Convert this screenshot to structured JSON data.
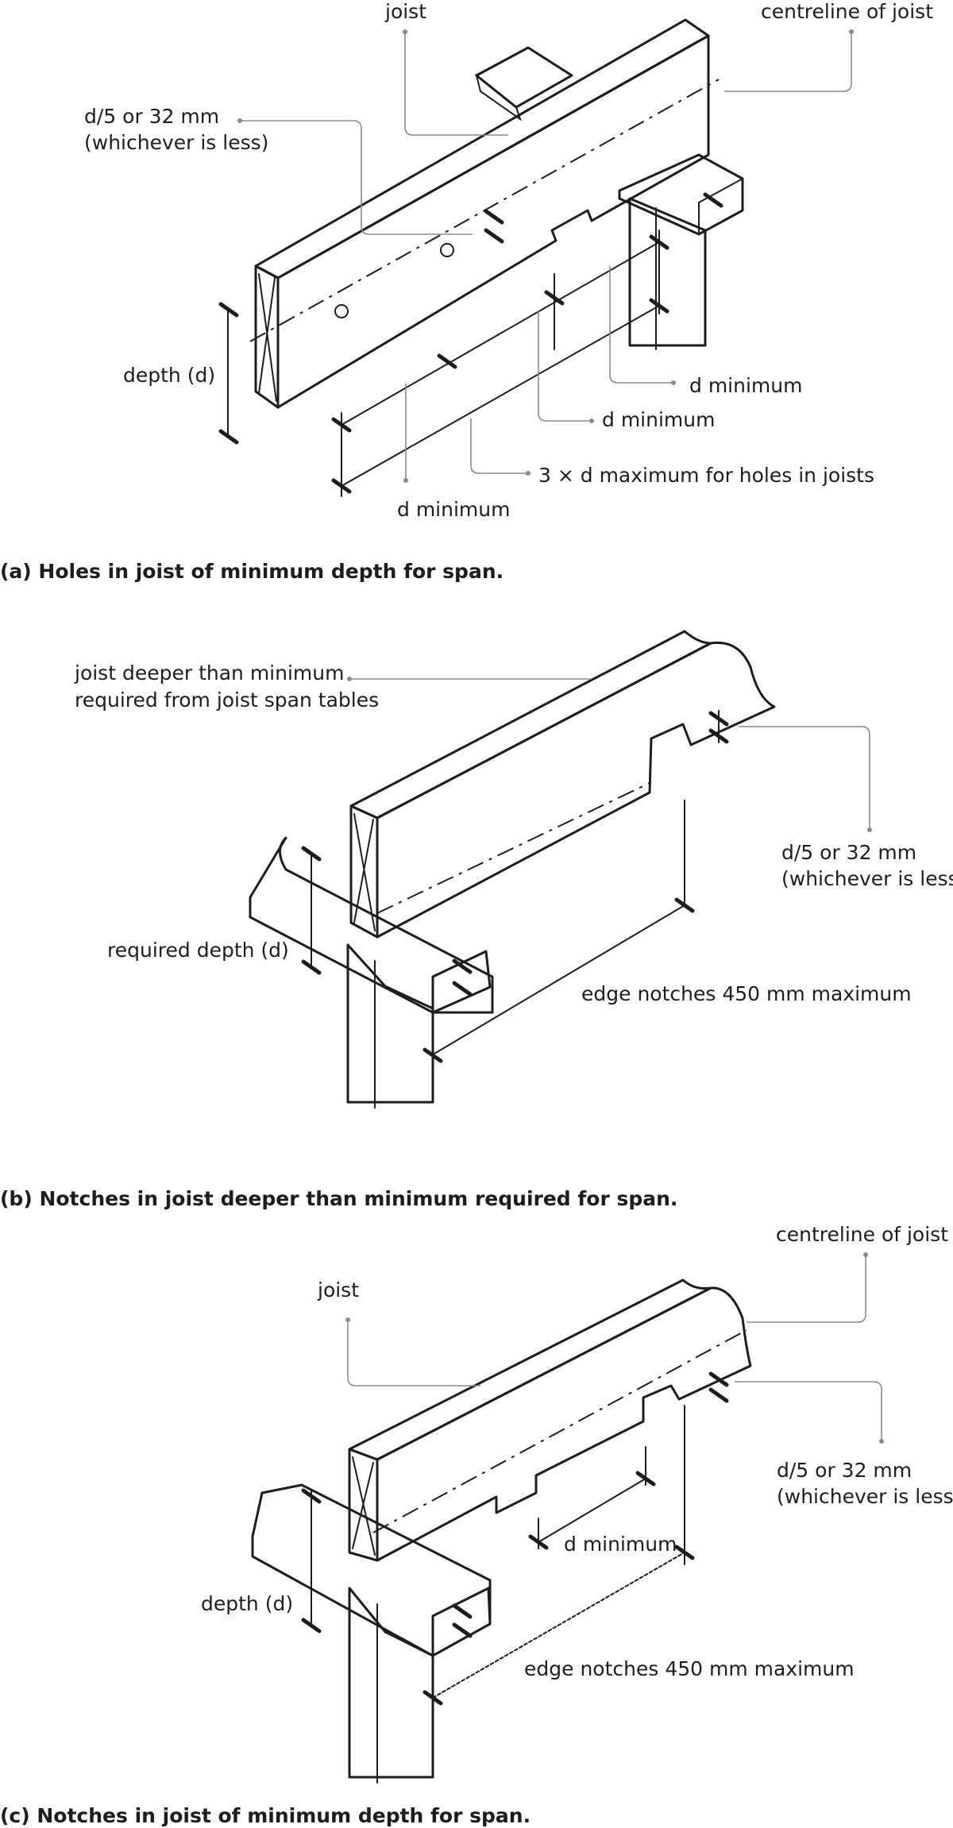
{
  "colors": {
    "timber_light": "#f6c7c0",
    "timber_mid": "#e8a8a6",
    "timber_dark": "#d2868f",
    "timber_end": "#c9707e",
    "ink": "#1d1d1b",
    "leader": "#8a8a8a"
  },
  "panel_a": {
    "caption": "(a) Holes in joist of minimum depth for span.",
    "labels": {
      "joist": "joist",
      "centreline": "centreline of joist",
      "hole_limit_1": "d/5 or 32 mm",
      "hole_limit_2": "(whichever is less)",
      "depth": "depth (d)",
      "d_min_upper": "d minimum",
      "d_min_middle": "d minimum",
      "three_d_max": "3 × d maximum for holes in joists",
      "d_min_lower": "d minimum"
    }
  },
  "panel_b": {
    "caption": "(b) Notches in joist deeper than minimum required for span.",
    "labels": {
      "deeper_1": "joist deeper than minimum",
      "deeper_2": "required from joist span tables",
      "notch_limit_1": "d/5 or 32 mm",
      "notch_limit_2": "(whichever is less)",
      "required_depth": "required depth (d)",
      "edge_notches": "edge notches 450 mm maximum"
    }
  },
  "panel_c": {
    "caption": "(c) Notches in joist of minimum depth for span.",
    "labels": {
      "joist": "joist",
      "centreline": "centreline of joist",
      "notch_limit_1": "d/5 or 32 mm",
      "notch_limit_2": "(whichever is less)",
      "d_min": "d minimum",
      "depth": "depth (d)",
      "edge_notches": "edge notches 450 mm maximum"
    }
  }
}
